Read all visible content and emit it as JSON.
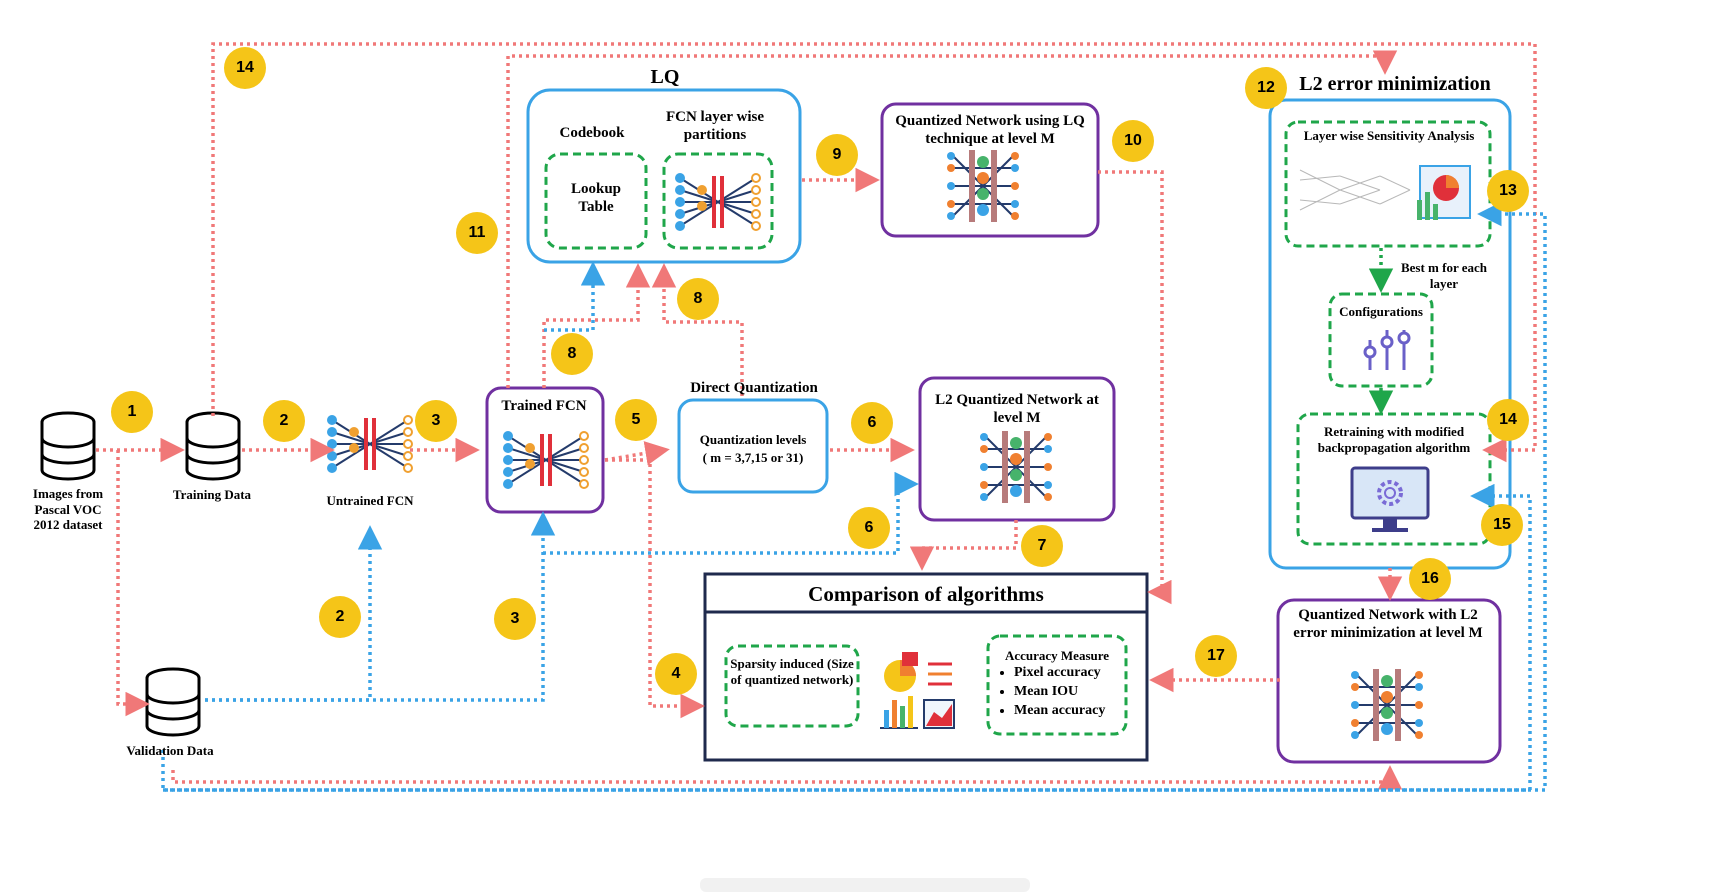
{
  "nodes": {
    "images": "Images from Pascal VOC 2012 dataset",
    "training_data": "Training Data",
    "untrained_fcn": "Untrained FCN",
    "validation_data": "Validation Data",
    "trained_fcn": "Trained FCN",
    "direct_quantization": "Direct Quantization",
    "quantization_levels": "Quantization levels",
    "quantization_levels_values": "( m = 3,7,15 or 31)",
    "lq": "LQ",
    "codebook": "Codebook",
    "lookup_table": "Lookup Table",
    "fcn_partitions": "FCN layer wise partitions",
    "quantized_lq": "Quantized Network  using LQ technique at level M",
    "l2_quantized": "L2 Quantized Network at level M",
    "comparison_title": "Comparison of algorithms",
    "sparsity": "Sparsity induced (Size of quantized network)",
    "accuracy_title": "Accuracy Measure",
    "accuracy_items": [
      "Pixel accuracy",
      "Mean IOU",
      "Mean accuracy"
    ],
    "l2_min_title": "L2 error minimization",
    "sensitivity": "Layer wise Sensitivity Analysis",
    "best_m": "Best m for each layer",
    "configurations": "Configurations",
    "retraining": "Retraining with modified backpropagation algorithm",
    "quantized_l2min": "Quantized Network  with L2 error minimization at level M"
  },
  "badges": [
    "1",
    "2",
    "2",
    "3",
    "3",
    "4",
    "5",
    "6",
    "6",
    "7",
    "8",
    "8",
    "9",
    "10",
    "11",
    "12",
    "13",
    "14",
    "14",
    "15",
    "16",
    "17"
  ],
  "colors": {
    "red_arrow": "#f07878",
    "blue_arrow": "#3aa3e6",
    "green_box": "#1fa64a",
    "purple_box": "#7030a0",
    "blue_box": "#3aa3e6",
    "navy_box": "#1f2a4d",
    "badge": "#f5c518"
  },
  "icons": [
    "database-icon",
    "neural-network-icon",
    "chart-icon",
    "sliders-icon",
    "monitor-gear-icon",
    "analytics-chart-icon"
  ]
}
